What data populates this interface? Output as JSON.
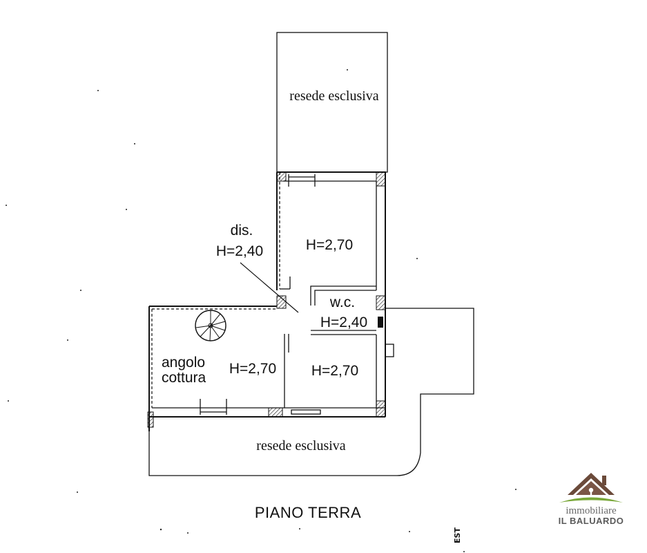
{
  "plan": {
    "rooms": {
      "resede_top": "resede esclusiva",
      "dis_name": "dis.",
      "dis_height": "H=2,40",
      "room_top_height": "H=2,70",
      "wc_name": "w.c.",
      "wc_height": "H=2,40",
      "kitchen_line1": "angolo",
      "kitchen_line2": "cottura",
      "kitchen_height": "H=2,70",
      "room_bottom_height": "H=2,70",
      "resede_bottom": "resede esclusiva"
    },
    "title": "PIANO TERRA",
    "orientation": "EST"
  },
  "logo": {
    "line1": "immobiliare",
    "line2": "IL BALUARDO",
    "colors": {
      "roof": "#6b4a3a",
      "green": "#7aa83a",
      "text": "#5a5a5a"
    }
  }
}
